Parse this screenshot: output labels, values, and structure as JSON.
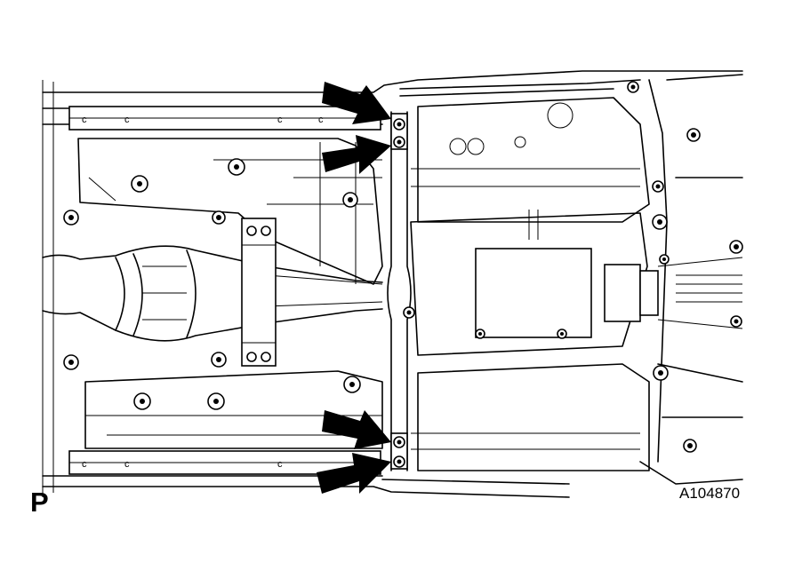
{
  "diagram": {
    "view_letter": "P",
    "figure_id": "A104870",
    "callouts": [
      {
        "icon": "arrow-icon",
        "target": "upper-bolt-1"
      },
      {
        "icon": "arrow-icon",
        "target": "upper-bolt-2"
      },
      {
        "icon": "arrow-icon",
        "target": "lower-bolt-1"
      },
      {
        "icon": "arrow-icon",
        "target": "lower-bolt-2"
      }
    ]
  }
}
